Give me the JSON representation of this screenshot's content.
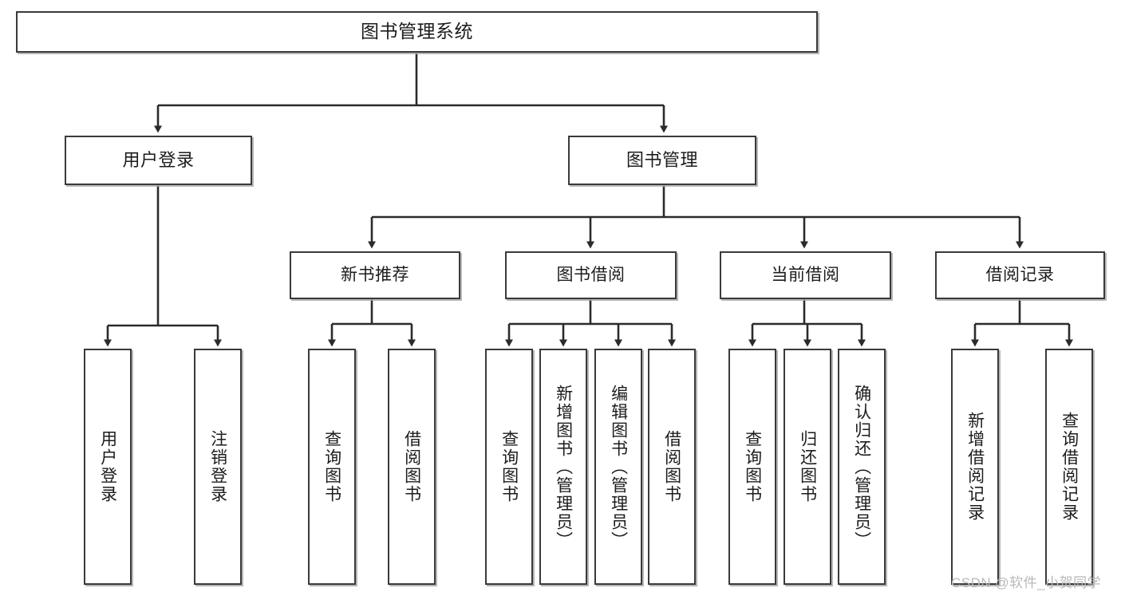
{
  "diagram": {
    "type": "hierarchy-tree",
    "title": "图书管理系统",
    "watermark": "CSDN @软件_小贺同学",
    "nodes": {
      "root": {
        "label": "图书管理系统"
      },
      "level2": [
        {
          "id": "user-login",
          "label": "用户登录"
        },
        {
          "id": "book-manage",
          "label": "图书管理"
        }
      ],
      "level3": [
        {
          "id": "new-book-recommend",
          "label": "新书推荐"
        },
        {
          "id": "book-borrow",
          "label": "图书借阅"
        },
        {
          "id": "current-borrow",
          "label": "当前借阅"
        },
        {
          "id": "borrow-record",
          "label": "借阅记录"
        }
      ],
      "leaves": [
        {
          "id": "leaf-user-login",
          "label": "用户登录"
        },
        {
          "id": "leaf-logout-login",
          "label": "注销登录"
        },
        {
          "id": "leaf-query-book-1",
          "label": "查询图书"
        },
        {
          "id": "leaf-borrow-book-1",
          "label": "借阅图书"
        },
        {
          "id": "leaf-query-book-2",
          "label": "查询图书"
        },
        {
          "id": "leaf-add-book",
          "label": "新增图书（管理员）"
        },
        {
          "id": "leaf-edit-book",
          "label": "编辑图书（管理员）"
        },
        {
          "id": "leaf-borrow-book-2",
          "label": "借阅图书"
        },
        {
          "id": "leaf-query-book-3",
          "label": "查询图书"
        },
        {
          "id": "leaf-return-book",
          "label": "归还图书"
        },
        {
          "id": "leaf-confirm-return",
          "label": "确认归还（管理员）"
        },
        {
          "id": "leaf-add-record",
          "label": "新增借阅记录"
        },
        {
          "id": "leaf-query-record",
          "label": "查询借阅记录"
        }
      ]
    },
    "colors": {
      "box_border": "#3a3a3a",
      "box_fill": "#ffffff",
      "connector": "#2b2b2b",
      "text": "#1c1c1c",
      "watermark": "#b9b9b9"
    }
  }
}
